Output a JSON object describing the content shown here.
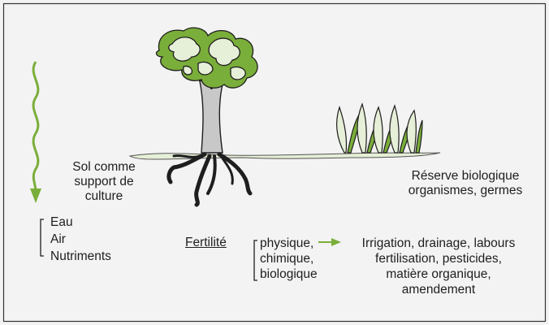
{
  "sol": {
    "lines": [
      "Sol comme",
      "support de",
      "culture"
    ]
  },
  "inputs": [
    "Eau",
    "Air",
    "Nutriments"
  ],
  "reserve": {
    "lines": [
      "Réserve biologique",
      "organismes, germes"
    ]
  },
  "fertilite": {
    "label": "Fertilité",
    "types": [
      "physique,",
      "chimique,",
      "biologique"
    ],
    "actions": [
      "Irrigation, drainage, labours",
      "fertilisation, pesticides,",
      "matière organique,",
      "amendement"
    ]
  },
  "colors": {
    "green": "#7aae3a",
    "light_green": "#e6efd7",
    "dark": "#1e1e1e",
    "frame": "#333333",
    "background": "#f3f3f3"
  }
}
